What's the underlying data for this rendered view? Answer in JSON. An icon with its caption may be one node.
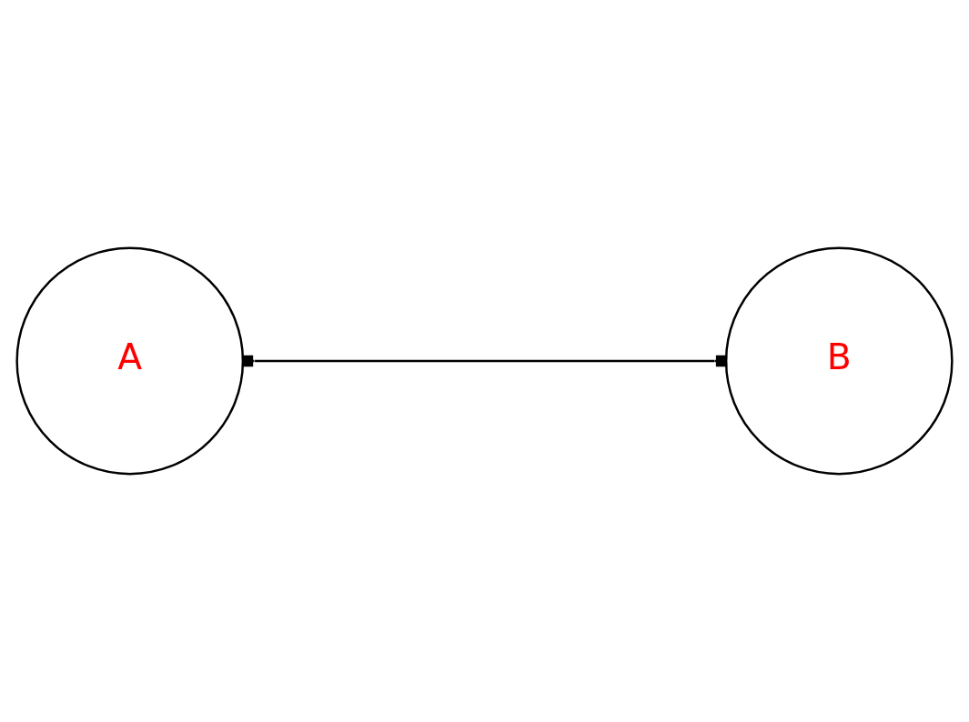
{
  "diagram": {
    "nodes": [
      {
        "text": [
          "A"
        ]
      },
      {
        "text": [
          "B"
        ]
      }
    ],
    "edges": [
      {
        "from": 0,
        "to": 1,
        "arrow": "other"
      }
    ]
  }
}
